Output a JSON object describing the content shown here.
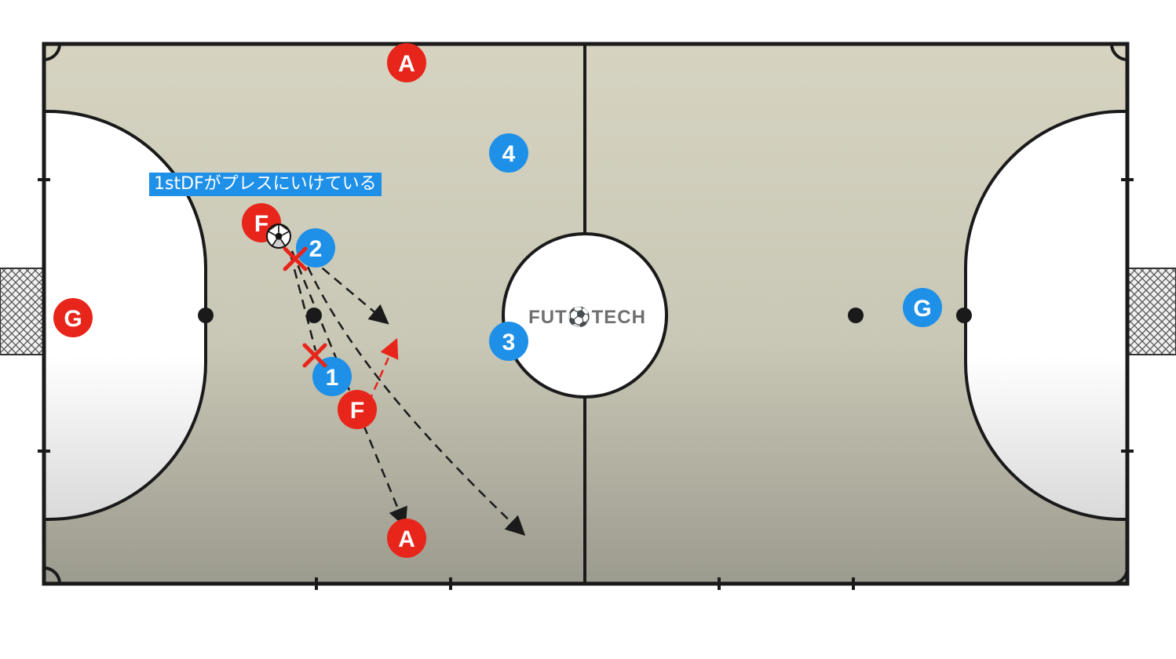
{
  "logo": "FUT⚽TECH",
  "callout": "1stDFがプレスにいけている",
  "colors": {
    "court": "#d3d1be",
    "court_shadow": "#9e9d90",
    "line": "#1a1a1a",
    "team_red": "#e8251a",
    "team_blue": "#1e90e8",
    "annotation_arrow": "#1a1a1a",
    "run_arrow": "#e8251a",
    "blocked_mark": "#e8251a"
  },
  "players": {
    "red": [
      {
        "id": "red-a-top",
        "label": "A"
      },
      {
        "id": "red-f-ball",
        "label": "F"
      },
      {
        "id": "red-g",
        "label": "G"
      },
      {
        "id": "red-f-runner",
        "label": "F"
      },
      {
        "id": "red-a-bottom",
        "label": "A"
      }
    ],
    "blue": [
      {
        "id": "blue-4",
        "label": "4"
      },
      {
        "id": "blue-2",
        "label": "2"
      },
      {
        "id": "blue-3",
        "label": "3"
      },
      {
        "id": "blue-1",
        "label": "1"
      },
      {
        "id": "blue-g",
        "label": "G"
      }
    ]
  },
  "icons": {
    "ball": "soccer-ball-icon",
    "blocked": "cross-mark-icon",
    "goal_net": "goal-net"
  }
}
